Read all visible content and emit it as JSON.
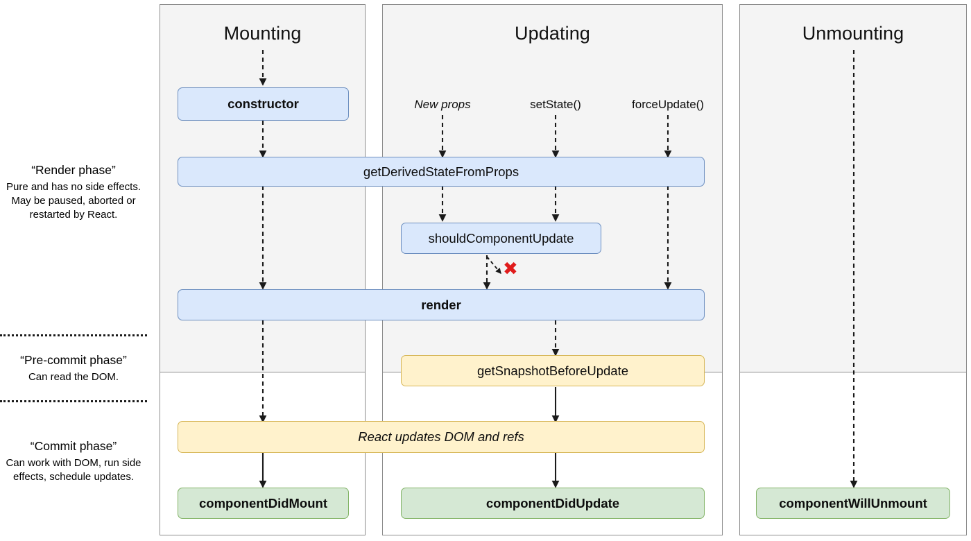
{
  "diagram": {
    "title": "React component lifecycle diagram",
    "colors": {
      "blue_fill": "#dae8fc",
      "blue_stroke": "#6c8ebf",
      "yellow_fill": "#fff2cc",
      "yellow_stroke": "#d6b656",
      "green_fill": "#d5e8d4",
      "green_stroke": "#82b366",
      "column_shade": "#f4f4f4",
      "column_stroke": "#8c8c8c",
      "x_mark": "#e01b1b"
    }
  },
  "columns": [
    {
      "id": "mounting",
      "title": "Mounting"
    },
    {
      "id": "updating",
      "title": "Updating"
    },
    {
      "id": "unmounting",
      "title": "Unmounting"
    }
  ],
  "phases": [
    {
      "id": "render-phase",
      "title": "“Render phase”",
      "description": "Pure and has no side effects. May be paused, aborted or restarted by React."
    },
    {
      "id": "pre-commit-phase",
      "title": "“Pre-commit phase”",
      "description": "Can read the DOM."
    },
    {
      "id": "commit-phase",
      "title": "“Commit phase”",
      "description": "Can work with DOM, run side effects, schedule updates."
    }
  ],
  "triggers": [
    {
      "id": "new-props",
      "label": "New props",
      "style": "italic"
    },
    {
      "id": "set-state",
      "label": "setState()",
      "style": "normal"
    },
    {
      "id": "force-update",
      "label": "forceUpdate()",
      "style": "normal"
    }
  ],
  "nodes": [
    {
      "id": "constructor",
      "label": "constructor",
      "color": "blue",
      "weight": "bold",
      "style": "normal"
    },
    {
      "id": "get-derived-state",
      "label": "getDerivedStateFromProps",
      "color": "blue",
      "weight": "normal",
      "style": "normal"
    },
    {
      "id": "should-component-update",
      "label": "shouldComponentUpdate",
      "color": "blue",
      "weight": "normal",
      "style": "normal"
    },
    {
      "id": "render",
      "label": "render",
      "color": "blue",
      "weight": "bold",
      "style": "normal"
    },
    {
      "id": "get-snapshot",
      "label": "getSnapshotBeforeUpdate",
      "color": "yellow",
      "weight": "normal",
      "style": "normal"
    },
    {
      "id": "react-updates-dom",
      "label": "React updates DOM and refs",
      "color": "yellow",
      "weight": "normal",
      "style": "italic"
    },
    {
      "id": "component-did-mount",
      "label": "componentDidMount",
      "color": "green",
      "weight": "bold",
      "style": "normal"
    },
    {
      "id": "component-did-update",
      "label": "componentDidUpdate",
      "color": "green",
      "weight": "bold",
      "style": "normal"
    },
    {
      "id": "component-will-unmount",
      "label": "componentWillUnmount",
      "color": "green",
      "weight": "bold",
      "style": "normal"
    }
  ],
  "marks": [
    {
      "id": "bail-out-x",
      "glyph": "✖",
      "meaning": "render skipped when shouldComponentUpdate returns false"
    }
  ]
}
